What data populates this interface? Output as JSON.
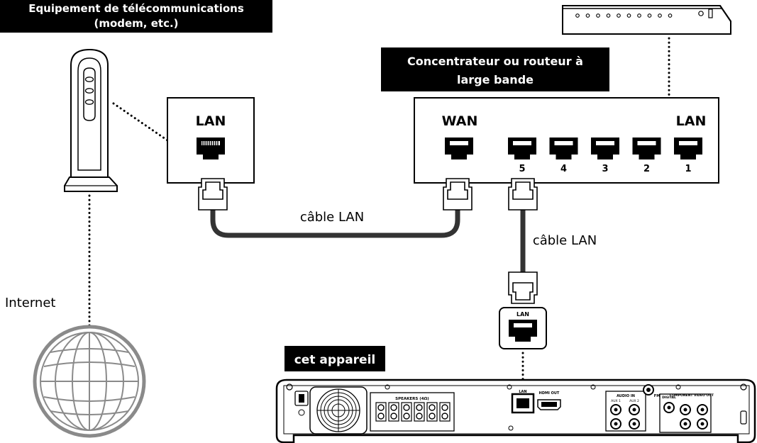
{
  "labels": {
    "modem_title_line1": "Equipement de télécommunications",
    "modem_title_line2": "(modem, etc.)",
    "router_title_line1": "Concentrateur ou routeur à",
    "router_title_line2": "large bande",
    "device_title": "cet appareil",
    "internet": "Internet",
    "cable_label_1": "câble LAN",
    "cable_label_2": "câble LAN"
  },
  "modem_box": {
    "port_label": "LAN"
  },
  "router": {
    "wan_label": "WAN",
    "lan_label": "LAN",
    "port_numbers": [
      "5",
      "4",
      "3",
      "2",
      "1"
    ]
  },
  "lan_socket": {
    "label": "LAN"
  },
  "back_panel": {
    "speakers_label": "SPEAKERS (4Ω)",
    "lan_label": "LAN",
    "hdmi_label": "HDMI OUT",
    "audio_in_label": "AUDIO IN",
    "aux1_label": "AUX 1",
    "aux2_label": "AUX 2",
    "fm_label": "FM",
    "component_label": "COMPONENT VIDEO OUT",
    "digital_label": "DIGITAL"
  },
  "colors": {
    "line": "#000000",
    "cable": "#333333",
    "globe": "#8a8a8a",
    "title_bg": "#000000",
    "title_text": "#ffffff"
  }
}
